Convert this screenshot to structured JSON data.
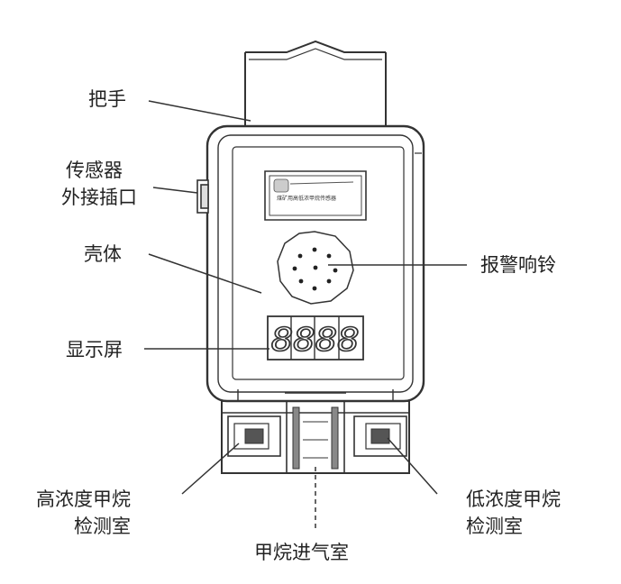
{
  "labels": {
    "handle": "把手",
    "sensor_port_line1": "传感器",
    "sensor_port_line2": "外接插口",
    "shell": "壳体",
    "display": "显示屏",
    "alarm": "报警响铃",
    "high_chamber_line1": "高浓度甲烷",
    "high_chamber_line2": "检测室",
    "low_chamber_line1": "低浓度甲烷",
    "low_chamber_line2": "检测室",
    "intake_chamber": "甲烷进气室"
  },
  "nameplate": {
    "text": "煤矿用高低浓甲烷传感器"
  },
  "display": {
    "readout": "8888"
  }
}
